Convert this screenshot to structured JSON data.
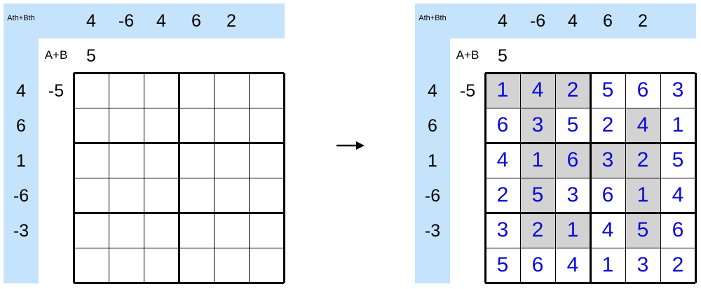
{
  "puzzle": {
    "corner_label": "Ath+Bth",
    "ab_label": "A+B",
    "ab_value": "5",
    "top_clues": [
      "4",
      "-6",
      "4",
      "6",
      "2"
    ],
    "left_clues": [
      "4",
      "6",
      "1",
      "-6",
      "-3"
    ],
    "row_ab_clue": "-5"
  },
  "solution": {
    "rows": [
      [
        "1",
        "4",
        "2",
        "5",
        "6",
        "3"
      ],
      [
        "6",
        "3",
        "5",
        "2",
        "4",
        "1"
      ],
      [
        "4",
        "1",
        "6",
        "3",
        "2",
        "5"
      ],
      [
        "2",
        "5",
        "3",
        "6",
        "1",
        "4"
      ],
      [
        "3",
        "2",
        "1",
        "4",
        "5",
        "6"
      ],
      [
        "5",
        "6",
        "4",
        "1",
        "3",
        "2"
      ]
    ],
    "shaded": [
      [
        true,
        true,
        true,
        false,
        false,
        false
      ],
      [
        false,
        true,
        false,
        false,
        true,
        false
      ],
      [
        false,
        true,
        true,
        true,
        true,
        false
      ],
      [
        false,
        true,
        false,
        false,
        true,
        false
      ],
      [
        false,
        true,
        true,
        false,
        true,
        false
      ],
      [
        false,
        false,
        false,
        false,
        false,
        false
      ]
    ]
  },
  "colors": {
    "clue_background": "#c5e3fb",
    "shade": "#d3d3d3",
    "digit": "#0b0bd6",
    "grid_line": "#000000"
  },
  "icons": {
    "arrow": "right-arrow-icon"
  }
}
